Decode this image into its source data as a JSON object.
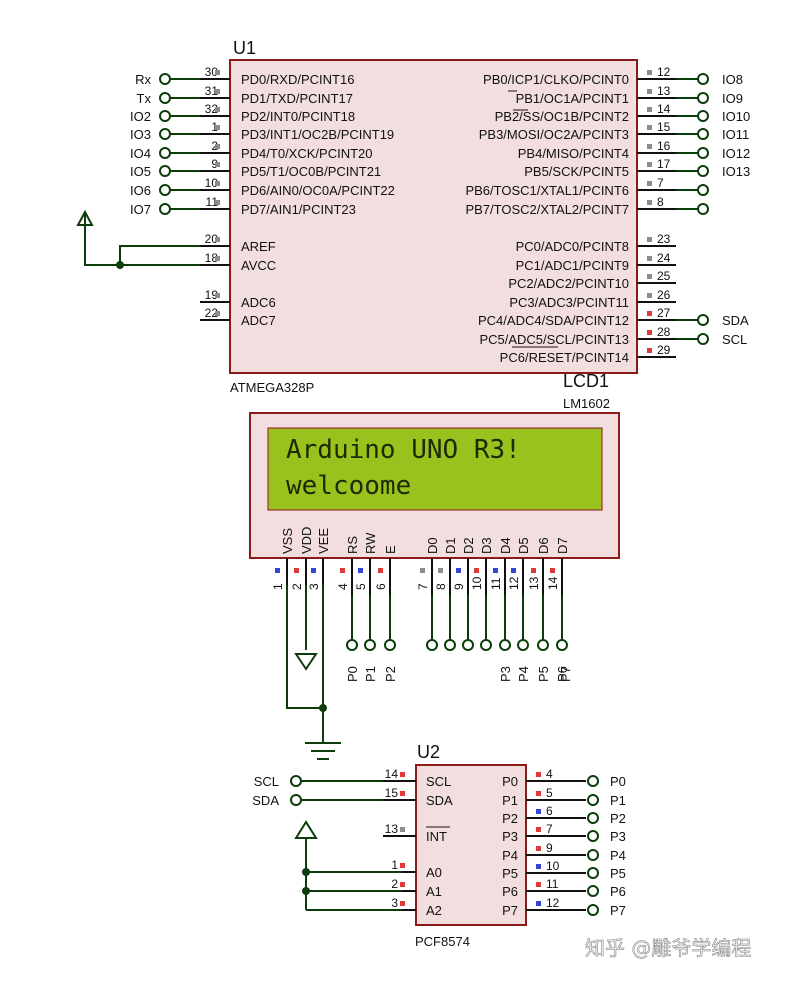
{
  "watermark": "知乎 @雕爷学编程",
  "u1": {
    "ref": "U1",
    "part": "ATMEGA328P",
    "left_pins": [
      {
        "num": "30",
        "name": "PD0/RXD/PCINT16",
        "net": "Rx"
      },
      {
        "num": "31",
        "name": "PD1/TXD/PCINT17",
        "net": "Tx"
      },
      {
        "num": "32",
        "name": "PD2/INT0/PCINT18",
        "net": "IO2"
      },
      {
        "num": "1",
        "name": "PD3/INT1/OC2B/PCINT19",
        "net": "IO3"
      },
      {
        "num": "2",
        "name": "PD4/T0/XCK/PCINT20",
        "net": "IO4"
      },
      {
        "num": "9",
        "name": "PD5/T1/OC0B/PCINT21",
        "net": "IO5"
      },
      {
        "num": "10",
        "name": "PD6/AIN0/OC0A/PCINT22",
        "net": "IO6"
      },
      {
        "num": "11",
        "name": "PD7/AIN1/PCINT23",
        "net": "IO7"
      },
      {
        "num": "20",
        "name": "AREF",
        "net": ""
      },
      {
        "num": "18",
        "name": "AVCC",
        "net": ""
      },
      {
        "num": "19",
        "name": "ADC6",
        "net": ""
      },
      {
        "num": "22",
        "name": "ADC7",
        "net": ""
      }
    ],
    "right_pins": [
      {
        "num": "12",
        "name": "PB0/ICP1/CLKO/PCINT0",
        "net": "IO8"
      },
      {
        "num": "13",
        "name": "PB1/OC1A/PCINT1",
        "net": "IO9"
      },
      {
        "num": "14",
        "name": "PB2/SS/OC1B/PCINT2",
        "net": "IO10"
      },
      {
        "num": "15",
        "name": "PB3/MOSI/OC2A/PCINT3",
        "net": "IO11"
      },
      {
        "num": "16",
        "name": "PB4/MISO/PCINT4",
        "net": "IO12"
      },
      {
        "num": "17",
        "name": "PB5/SCK/PCINT5",
        "net": "IO13"
      },
      {
        "num": "7",
        "name": "PB6/TOSC1/XTAL1/PCINT6",
        "net": ""
      },
      {
        "num": "8",
        "name": "PB7/TOSC2/XTAL2/PCINT7",
        "net": ""
      },
      {
        "num": "23",
        "name": "PC0/ADC0/PCINT8",
        "net": ""
      },
      {
        "num": "24",
        "name": "PC1/ADC1/PCINT9",
        "net": ""
      },
      {
        "num": "25",
        "name": "PC2/ADC2/PCINT10",
        "net": ""
      },
      {
        "num": "26",
        "name": "PC3/ADC3/PCINT11",
        "net": ""
      },
      {
        "num": "27",
        "name": "PC4/ADC4/SDA/PCINT12",
        "net": "SDA"
      },
      {
        "num": "28",
        "name": "PC5/ADC5/SCL/PCINT13",
        "net": "SCL"
      },
      {
        "num": "29",
        "name": "PC6/RESET/PCINT14",
        "net": ""
      }
    ]
  },
  "lcd": {
    "ref": "LCD1",
    "part": "LM1602",
    "line1": "Arduino UNO R3!",
    "line2": "welcoome",
    "pins": [
      {
        "name": "VSS",
        "num": "1",
        "net": ""
      },
      {
        "name": "VDD",
        "num": "2",
        "net": ""
      },
      {
        "name": "VEE",
        "num": "3",
        "net": ""
      },
      {
        "name": "RS",
        "num": "4",
        "net": "P0"
      },
      {
        "name": "RW",
        "num": "5",
        "net": "P1"
      },
      {
        "name": "E",
        "num": "6",
        "net": "P2"
      },
      {
        "name": "D0",
        "num": "7",
        "net": ""
      },
      {
        "name": "D1",
        "num": "8",
        "net": ""
      },
      {
        "name": "D2",
        "num": "9",
        "net": ""
      },
      {
        "name": "D3",
        "num": "10",
        "net": ""
      },
      {
        "name": "D4",
        "num": "11",
        "net": "P3"
      },
      {
        "name": "D5",
        "num": "12",
        "net": "P4"
      },
      {
        "name": "D6",
        "num": "13",
        "net": "P5"
      },
      {
        "name": "D7",
        "num": "14",
        "net": "P6"
      }
    ],
    "extra_net": "P7"
  },
  "u2": {
    "ref": "U2",
    "part": "PCF8574",
    "left_pins": [
      {
        "num": "14",
        "name": "SCL",
        "net": "SCL"
      },
      {
        "num": "15",
        "name": "SDA",
        "net": "SDA"
      },
      {
        "num": "13",
        "name": "INT",
        "net": ""
      },
      {
        "num": "1",
        "name": "A0",
        "net": ""
      },
      {
        "num": "2",
        "name": "A1",
        "net": ""
      },
      {
        "num": "3",
        "name": "A2",
        "net": ""
      }
    ],
    "right_pins": [
      {
        "num": "4",
        "name": "P0",
        "net": "P0"
      },
      {
        "num": "5",
        "name": "P1",
        "net": "P1"
      },
      {
        "num": "6",
        "name": "P2",
        "net": "P2"
      },
      {
        "num": "7",
        "name": "P3",
        "net": "P3"
      },
      {
        "num": "9",
        "name": "P4",
        "net": "P4"
      },
      {
        "num": "10",
        "name": "P5",
        "net": "P5"
      },
      {
        "num": "11",
        "name": "P6",
        "net": "P6"
      },
      {
        "num": "12",
        "name": "P7",
        "net": "P7"
      }
    ]
  },
  "colors": {
    "chip_fill": "#f2dede",
    "chip_stroke": "#8b1a1a",
    "wire": "#0b3d0b",
    "lcd_screen": "#99c21e",
    "marker_red": "#e0393b",
    "marker_blue": "#3346d8",
    "marker_grey": "#8c8c8c"
  }
}
